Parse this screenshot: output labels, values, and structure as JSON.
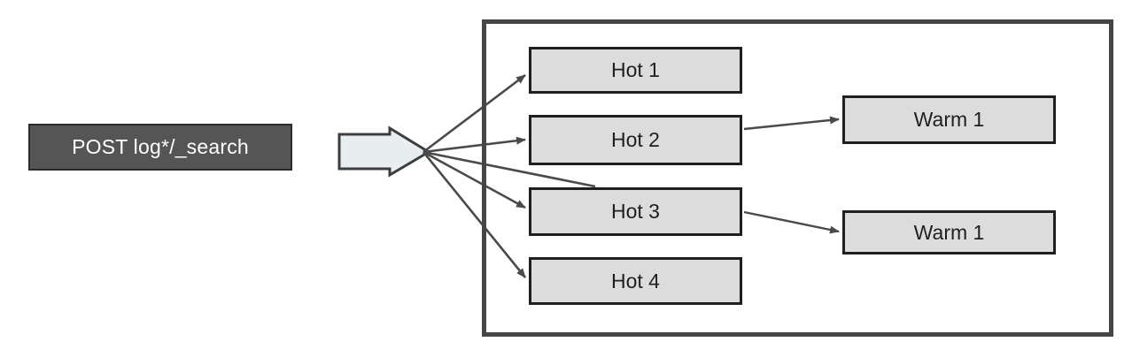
{
  "diagram": {
    "title_text": "POST log*/_search",
    "request": {
      "label": "POST log*/_search",
      "fill_color": "#555555",
      "text_color": "#ffffff",
      "border_color": "#2b2b2b"
    },
    "flow_arrow": {
      "name": "block-arrow",
      "fill_color": "#e8edf0",
      "border_color": "#3d3d3d"
    },
    "container": {
      "border_color": "#454545"
    },
    "node_style": {
      "fill_color": "#dcdcdc",
      "border_color": "#1f1f1f",
      "text_color": "#1f1f1f"
    },
    "connector_color": "#4a4a4a",
    "hot_nodes": [
      {
        "label": "Hot 1"
      },
      {
        "label": "Hot 2"
      },
      {
        "label": "Hot 3"
      },
      {
        "label": "Hot 4"
      }
    ],
    "warm_nodes": [
      {
        "label": "Warm 1"
      },
      {
        "label": "Warm 1"
      }
    ]
  }
}
